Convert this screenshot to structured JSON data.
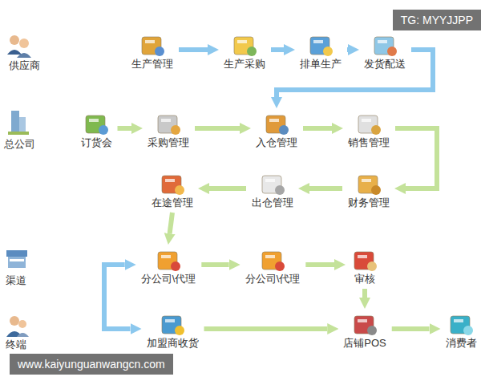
{
  "diagram": {
    "nodes": [
      {
        "text": [
          "生产管理"
        ]
      },
      {
        "text": [
          "生产采购"
        ]
      },
      {
        "text": [
          "排单生产"
        ]
      },
      {
        "text": [
          "发货配送"
        ]
      },
      {
        "text": [
          "订货会"
        ]
      },
      {
        "text": [
          "采购管理"
        ]
      },
      {
        "text": [
          "入仓管理"
        ]
      },
      {
        "text": [
          "销售管理"
        ]
      },
      {
        "text": [
          "在途管理"
        ]
      },
      {
        "text": [
          "出仓管理"
        ]
      },
      {
        "text": [
          "财务管理"
        ]
      },
      {
        "text": [
          "分公司\\代理"
        ]
      },
      {
        "text": [
          "分公司\\代理"
        ]
      },
      {
        "text": [
          "审核"
        ]
      },
      {
        "text": [
          "加盟商收货"
        ]
      },
      {
        "text": [
          "店铺POS"
        ]
      },
      {
        "text": [
          "消费者"
        ]
      }
    ],
    "edges": [
      {
        "from": 0,
        "to": 1,
        "arrow": "to"
      },
      {
        "from": 1,
        "to": 2,
        "arrow": "to"
      },
      {
        "from": 2,
        "to": 3,
        "arrow": "to"
      },
      {
        "from": 3,
        "to": 6,
        "arrow": "to"
      },
      {
        "from": 4,
        "to": 5,
        "arrow": "to"
      },
      {
        "from": 5,
        "to": 6,
        "arrow": "to"
      },
      {
        "from": 6,
        "to": 7,
        "arrow": "to"
      },
      {
        "from": 7,
        "to": 10,
        "arrow": "to"
      },
      {
        "from": 10,
        "to": 9,
        "arrow": "to"
      },
      {
        "from": 9,
        "to": 8,
        "arrow": "to"
      },
      {
        "from": 8,
        "to": 11,
        "arrow": "to"
      },
      {
        "from": 11,
        "to": 14,
        "arrow": "both"
      },
      {
        "from": 11,
        "to": 12,
        "arrow": "to"
      },
      {
        "from": 12,
        "to": 13,
        "arrow": "to"
      },
      {
        "from": 13,
        "to": 15,
        "arrow": "to"
      },
      {
        "from": 14,
        "to": 15,
        "arrow": "to"
      },
      {
        "from": 15,
        "to": 16,
        "arrow": "to"
      }
    ],
    "labels": [
      "供应商",
      "总公司",
      "渠道",
      "终端",
      "TG: MYYJJPP",
      "www.kaiyunguanwangcn.com"
    ]
  }
}
